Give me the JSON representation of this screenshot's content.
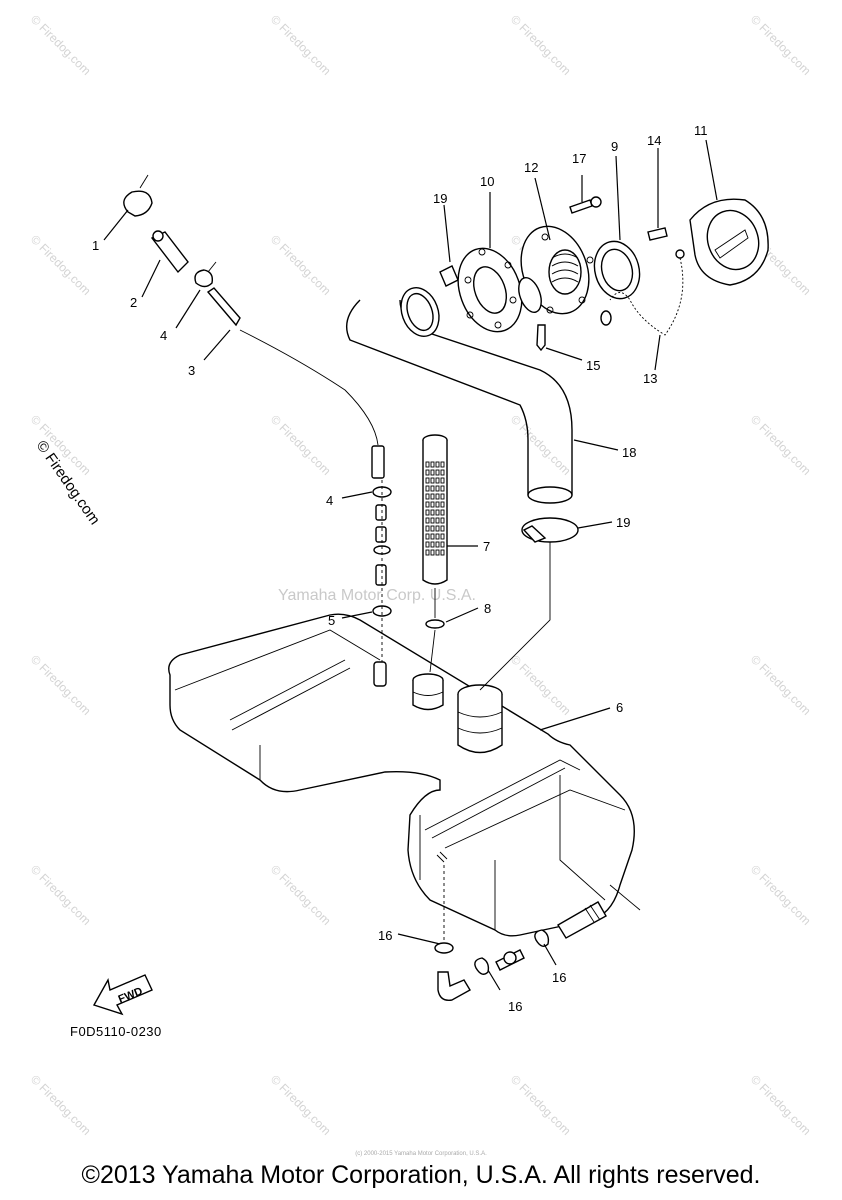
{
  "diagram": {
    "part_numbers": [
      "1",
      "2",
      "3",
      "4",
      "4",
      "5",
      "6",
      "7",
      "8",
      "9",
      "10",
      "11",
      "12",
      "13",
      "14",
      "15",
      "16",
      "16",
      "16",
      "17",
      "18",
      "19",
      "19"
    ],
    "fwd_label": "FWD",
    "figure_code": "F0D5110-0230",
    "center_watermark": "Yamaha Motor Corp. U.S.A.",
    "site_watermark": "© Firedog.com",
    "side_watermark": "© Firedog.com",
    "tiny_notice": "(c) 2000-2015 Yamaha Motor Corporation, U.S.A.",
    "copyright": "©2013 Yamaha Motor Corporation, U.S.A. All rights reserved."
  }
}
